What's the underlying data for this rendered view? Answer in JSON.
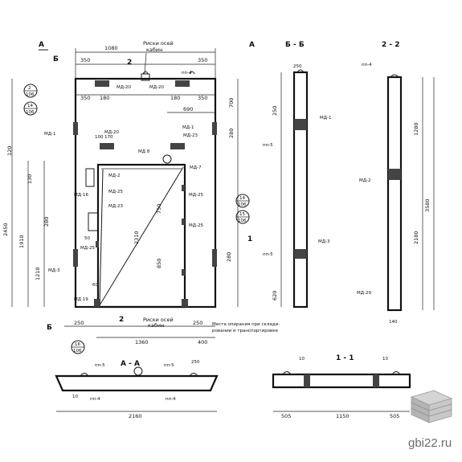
{
  "sections": {
    "a": "А - А",
    "b": "Б - Б",
    "v": "2 - 2",
    "one": "1 - 1",
    "view_a": "А",
    "view_b": "Б",
    "mark_1": "1",
    "mark_2": "2"
  },
  "notes": {
    "axis_top": "Риски осей",
    "cabin_top": "кабин",
    "axis_bottom": "Риски осей",
    "cabin_bottom": "кабин",
    "support_1": "Места опирания при склади-",
    "support_2": "ровании и транспортировке"
  },
  "parts": {
    "md20a": "МД-20",
    "md20b": "МД-20",
    "md20c": "МД-20",
    "md23": "МД-23",
    "md1a": "МД-1",
    "md1b": "МД-1",
    "md3a": "МД-3",
    "md3b": "МД-3",
    "md8": "МД 8",
    "md7": "МД-7",
    "md2a": "МД-2",
    "md2b": "МД-2",
    "md25a": "МД-25",
    "md25b": "МД-25",
    "md25c": "МД-25",
    "md25d": "МД-25",
    "md16": "МД-16",
    "md23b": "МД-23",
    "md29": "МД-29",
    "md19": "МД 19",
    "pp4a": "пп-4",
    "pp4b": "пп-4",
    "pp4c": "пп-4",
    "pp5a": "пп-5",
    "pp5b": "пп-5",
    "pp5c": "пп-5",
    "pp5d": "пп-5"
  },
  "dims": {
    "d1080": "1080",
    "d350a": "350",
    "d350b": "350",
    "d350c": "350",
    "d350d": "350",
    "d180a": "180",
    "d180b": "180",
    "d690": "690",
    "d700": "700",
    "d280": "280",
    "d100": "100",
    "d170": "170",
    "d2450": "2450",
    "d1910": "1910",
    "d1210": "1210",
    "d130": "130",
    "d120": "120",
    "d2310": "2310",
    "d750": "750",
    "d850": "850",
    "d1360": "1360",
    "d250a": "250",
    "d250b": "250",
    "d400": "400",
    "d2160": "2160",
    "d505a": "505",
    "d505b": "505",
    "d1150": "1150",
    "d1280": "1280",
    "d2180": "2180",
    "d3580": "3580",
    "d140": "140",
    "d620": "620",
    "d10": "10",
    "d60": "60",
    "d50": "50"
  },
  "callouts": {
    "c1_top": "2",
    "c1_bot": "106",
    "c2_top": "14",
    "c2_bot": "106",
    "c3_top": "14",
    "c3_bot": "106",
    "c4_top": "15",
    "c4_bot": "106",
    "c5_top": "16",
    "c5_bot": "106"
  },
  "watermark": "gbi22.ru"
}
